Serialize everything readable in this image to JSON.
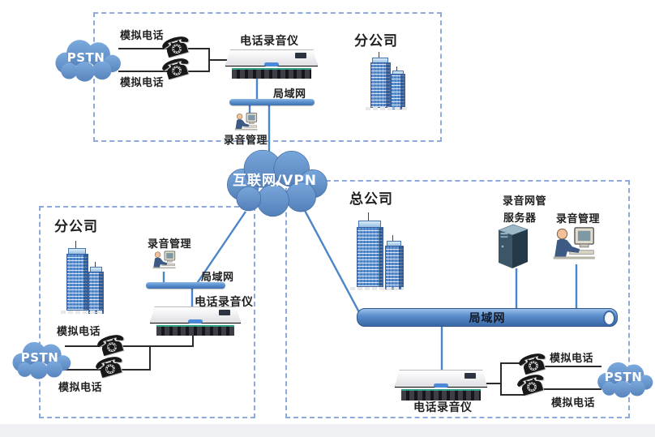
{
  "colors": {
    "line_blue": "#4a86c8",
    "line_black": "#2b2b2b",
    "cloud_blue_light": "#7baade",
    "cloud_blue_dark": "#537fb8",
    "dashed_border": "#8fa9da",
    "bar_blue": "#5b92cf",
    "footer_strip": "#eef0f3"
  },
  "icons": {
    "analog_phone_glyph": "☎"
  },
  "clouds": {
    "internet_vpn": {
      "label": "互联网/VPN"
    }
  },
  "sites": {
    "branch_top": {
      "title": "分公司",
      "labels": {
        "pstn": "PSTN",
        "analog_phone_1": "模拟电话",
        "analog_phone_2": "模拟电话",
        "recorder": "电话录音仪",
        "lan": "局域网",
        "recording_mgmt": "录音管理"
      }
    },
    "branch_left": {
      "title": "分公司",
      "labels": {
        "pstn": "PSTN",
        "analog_phone_1": "模拟电话",
        "analog_phone_2": "模拟电话",
        "recorder": "电话录音仪",
        "lan": "局域网",
        "recording_mgmt": "录音管理"
      }
    },
    "headquarters": {
      "title": "总公司",
      "labels": {
        "pstn": "PSTN",
        "analog_phone_1": "模拟电话",
        "analog_phone_2": "模拟电话",
        "recorder": "电话录音仪",
        "lan": "局域网",
        "recording_mgmt": "录音管理",
        "nms_server_line1": "录音网管",
        "nms_server_line2": "服务器"
      }
    }
  }
}
